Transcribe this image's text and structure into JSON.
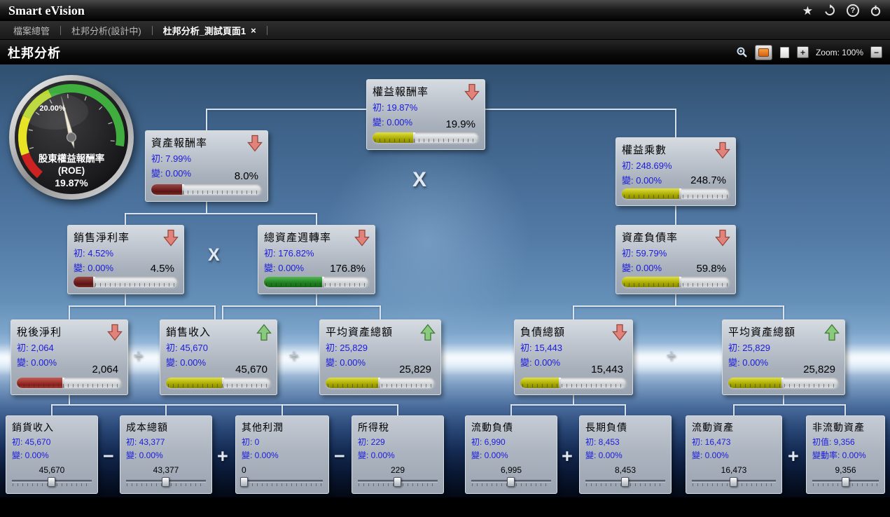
{
  "app": {
    "title": "Smart eVision",
    "favorite_glyph": "★",
    "help_glyph": "?"
  },
  "tab_bar": {
    "tabs": [
      {
        "label": "檔案總管",
        "active": false
      },
      {
        "label": "杜邦分析(設計中)",
        "active": false
      },
      {
        "label": "杜邦分析_測試頁面1",
        "active": true,
        "close": "×"
      }
    ]
  },
  "toolbar": {
    "page_title": "杜邦分析",
    "zoom_in": "+",
    "zoom_label": "Zoom: 100%",
    "zoom_out": "−"
  },
  "gauge": {
    "tick_label": "20.00%",
    "title": "股東權益報酬率",
    "subtitle": "(ROE)",
    "value": "19.87%",
    "colors": {
      "red": "#cc2222",
      "yellow": "#e8e324",
      "yellowgreen": "#b8d832",
      "green": "#3fae3f"
    }
  },
  "operators": {
    "multiply1": "X",
    "multiply2": "X",
    "divide1": "÷",
    "divide2": "÷",
    "divide3": "÷",
    "minus1": "−",
    "plus1": "+",
    "minus2": "−",
    "plus2": "+",
    "plus3": "+"
  },
  "cards": [
    {
      "id": "roe",
      "kind": "big",
      "title": "權益報酬率",
      "init_line": "初: 19.87%",
      "change_line": "變: 0.00%",
      "value": "19.9%",
      "trend": "down",
      "bar_color": "yellow",
      "bar_pct": 40
    },
    {
      "id": "roa",
      "kind": "big",
      "title": "資產報酬率",
      "init_line": "初: 7.99%",
      "change_line": "變: 0.00%",
      "value": "8.0%",
      "trend": "down",
      "bar_color": "maroon",
      "bar_pct": 30
    },
    {
      "id": "equity-multiplier",
      "kind": "big",
      "title": "權益乘數",
      "init_line": "初: 248.69%",
      "change_line": "變: 0.00%",
      "value": "248.7%",
      "trend": "down",
      "bar_color": "yellow",
      "bar_pct": 55
    },
    {
      "id": "net-profit-margin",
      "kind": "big",
      "title": "銷售淨利率",
      "init_line": "初: 4.52%",
      "change_line": "變: 0.00%",
      "value": "4.5%",
      "trend": "down",
      "bar_color": "maroon",
      "bar_pct": 21
    },
    {
      "id": "asset-turnover",
      "kind": "big",
      "title": "總資產週轉率",
      "init_line": "初: 176.82%",
      "change_line": "變: 0.00%",
      "value": "176.8%",
      "trend": "down",
      "bar_color": "green",
      "bar_pct": 57
    },
    {
      "id": "debt-ratio",
      "kind": "big",
      "title": "資產負債率",
      "init_line": "初: 59.79%",
      "change_line": "變: 0.00%",
      "value": "59.8%",
      "trend": "down",
      "bar_color": "yellow",
      "bar_pct": 55
    },
    {
      "id": "net-income",
      "kind": "big",
      "title": "稅後淨利",
      "init_line": "初: 2,064",
      "change_line": "變: 0.00%",
      "value": "2,064",
      "trend": "down",
      "bar_color": "red",
      "bar_pct": 45
    },
    {
      "id": "sales-revenue",
      "kind": "big",
      "title": "銷售收入",
      "init_line": "初: 45,670",
      "change_line": "變: 0.00%",
      "value": "45,670",
      "trend": "up",
      "bar_color": "yellow",
      "bar_pct": 55
    },
    {
      "id": "avg-total-assets",
      "kind": "big",
      "title": "平均資產總額",
      "init_line": "初: 25,829",
      "change_line": "變: 0.00%",
      "value": "25,829",
      "trend": "up",
      "bar_color": "yellow",
      "bar_pct": 50
    },
    {
      "id": "total-liabilities",
      "kind": "big",
      "title": "負債總額",
      "init_line": "初: 15,443",
      "change_line": "變: 0.00%",
      "value": "15,443",
      "trend": "down",
      "bar_color": "yellow",
      "bar_pct": 38
    },
    {
      "id": "avg-total-assets-2",
      "kind": "big",
      "title": "平均資產總額",
      "init_line": "初: 25,829",
      "change_line": "變: 0.00%",
      "value": "25,829",
      "trend": "up",
      "bar_color": "yellow",
      "bar_pct": 50
    },
    {
      "id": "sales-income",
      "kind": "small",
      "title": "銷貨收入",
      "init_line": "初: 45,670",
      "change_line": "變: 0.00%",
      "value": "45,670",
      "slider_pct": 48
    },
    {
      "id": "total-cost",
      "kind": "small",
      "title": "成本總額",
      "init_line": "初: 43,377",
      "change_line": "變: 0.00%",
      "value": "43,377",
      "slider_pct": 48
    },
    {
      "id": "other-profit",
      "kind": "small",
      "title": "其他利潤",
      "init_line": "初: 0",
      "change_line": "變: 0.00%",
      "value": "0",
      "slider_pct": 2
    },
    {
      "id": "income-tax",
      "kind": "small",
      "title": "所得稅",
      "init_line": "初: 229",
      "change_line": "變: 0.00%",
      "value": "229",
      "slider_pct": 48
    },
    {
      "id": "current-liabilities",
      "kind": "small",
      "title": "流動負債",
      "init_line": "初: 6,990",
      "change_line": "變: 0.00%",
      "value": "6,995",
      "slider_pct": 48
    },
    {
      "id": "long-term-liabilities",
      "kind": "small",
      "title": "長期負債",
      "init_line": "初: 8,453",
      "change_line": "變: 0.00%",
      "value": "8,453",
      "slider_pct": 48
    },
    {
      "id": "current-assets",
      "kind": "small",
      "title": "流動資產",
      "init_line": "初: 16,473",
      "change_line": "變: 0.00%",
      "value": "16,473",
      "slider_pct": 48
    },
    {
      "id": "non-current-assets",
      "kind": "small",
      "title": "非流動資產",
      "init_line": "初值: 9,356",
      "change_line": "變動率: 0.00%",
      "value": "9,356",
      "slider_pct": 48
    }
  ]
}
